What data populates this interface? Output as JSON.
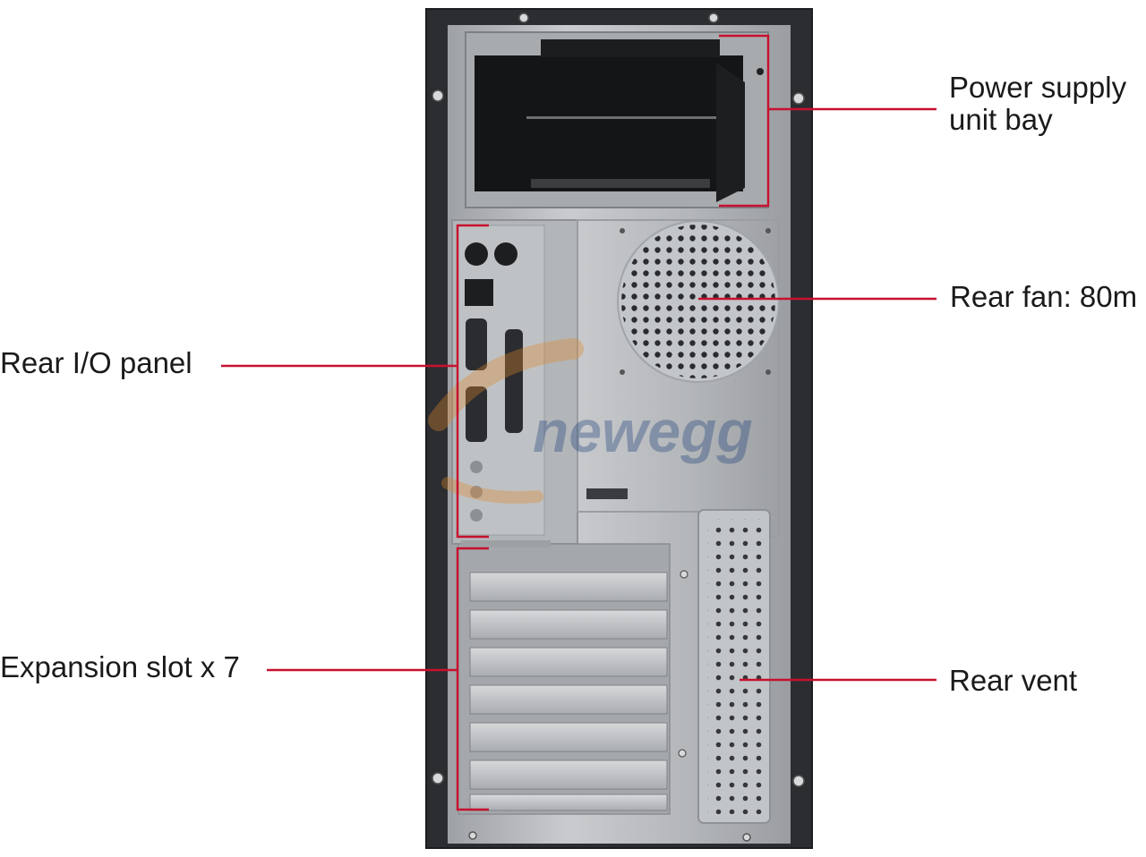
{
  "callouts": {
    "psu": {
      "line1": "Power supply",
      "line2": "unit bay"
    },
    "fan": {
      "label": "Rear fan: 80m"
    },
    "io": {
      "label": "Rear I/O panel"
    },
    "slots": {
      "label": "Expansion slot x 7"
    },
    "vent": {
      "label": "Rear vent"
    }
  },
  "watermark": {
    "text": "newegg"
  },
  "colors": {
    "leader": "#c8102e",
    "case_frame": "#2b2d31",
    "panel": "#b9bcbf",
    "panel_dark": "#8d9094"
  }
}
